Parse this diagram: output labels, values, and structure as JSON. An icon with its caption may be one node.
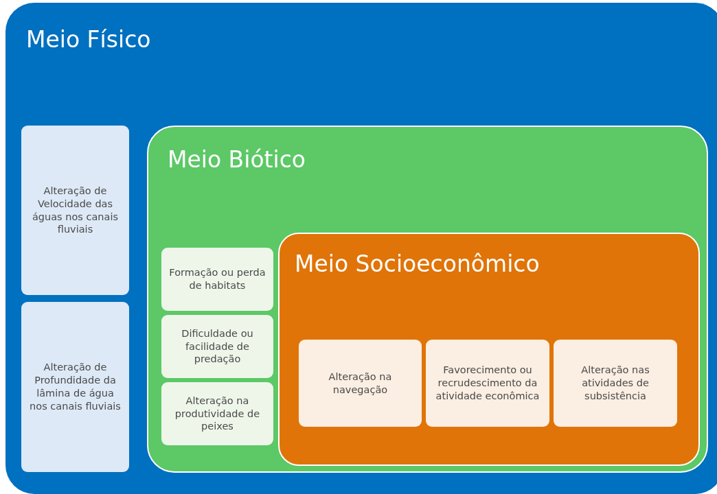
{
  "diagram": {
    "nodes": [
      {
        "text": [
          "Meio Físico"
        ]
      },
      {
        "text": [
          "Alteração de Velocidade das águas nos canais fluviais"
        ],
        "in": 0
      },
      {
        "text": [
          "Alteração de Profundidade da lâmina de água nos canais fluviais"
        ],
        "in": 0
      },
      {
        "text": [
          "Meio Biótico"
        ],
        "in": 0
      },
      {
        "text": [
          "Formação ou perda de habitats"
        ],
        "in": 3
      },
      {
        "text": [
          "Dificuldade ou facilidade de predação"
        ],
        "in": 3
      },
      {
        "text": [
          "Alteração na produtividade de peixes"
        ],
        "in": 3
      },
      {
        "text": [
          "Meio Socioeconômico"
        ],
        "in": 3
      },
      {
        "text": [
          "Alteração na navegação"
        ],
        "in": 7
      },
      {
        "text": [
          "Favorecimento  ou recrudescimento da atividade econômica"
        ],
        "in": 7
      },
      {
        "text": [
          "Alteração nas atividades de subsistência"
        ],
        "in": 7
      }
    ]
  }
}
